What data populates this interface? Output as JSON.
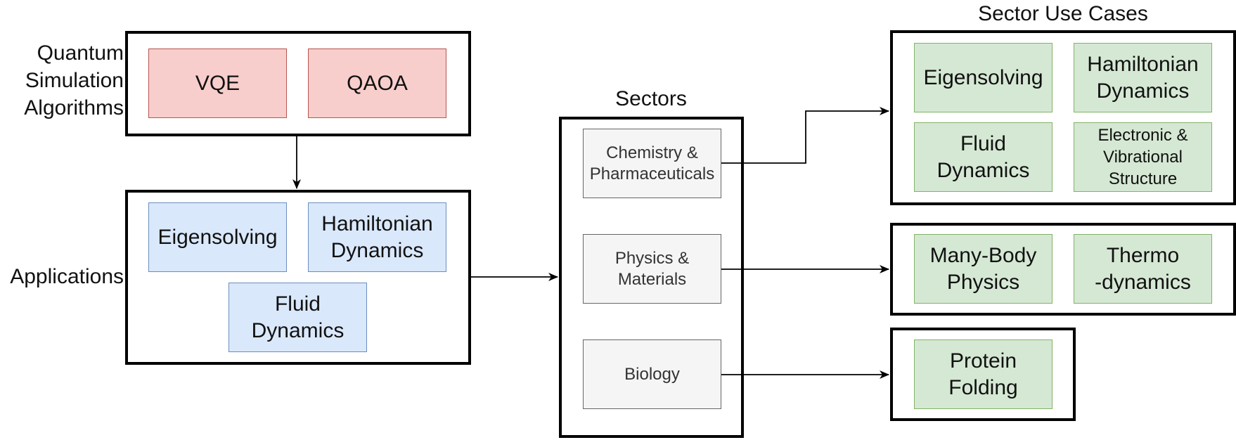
{
  "algorithms": {
    "label": "Quantum\nSimulation\nAlgorithms",
    "items": [
      "VQE",
      "QAOA"
    ]
  },
  "applications": {
    "label": "Applications",
    "items": [
      "Eigensolving",
      "Hamiltonian\nDynamics",
      "Fluid\nDynamics"
    ]
  },
  "sectors": {
    "title": "Sectors",
    "items": [
      "Chemistry &\nPharmaceuticals",
      "Physics &\nMaterials",
      "Biology"
    ]
  },
  "use_cases": {
    "title": "Sector Use Cases",
    "chemistry": [
      "Eigensolving",
      "Hamiltonian\nDynamics",
      "Fluid\nDynamics",
      "Electronic &\nVibrational\nStructure"
    ],
    "physics": [
      "Many-Body\nPhysics",
      "Thermo\n-dynamics"
    ],
    "biology": [
      "Protein\nFolding"
    ]
  },
  "colors": {
    "algorithm_fill": "#f8cecc",
    "application_fill": "#dae8fc",
    "sector_fill": "#f5f5f5",
    "use_case_fill": "#d5e8d4"
  }
}
